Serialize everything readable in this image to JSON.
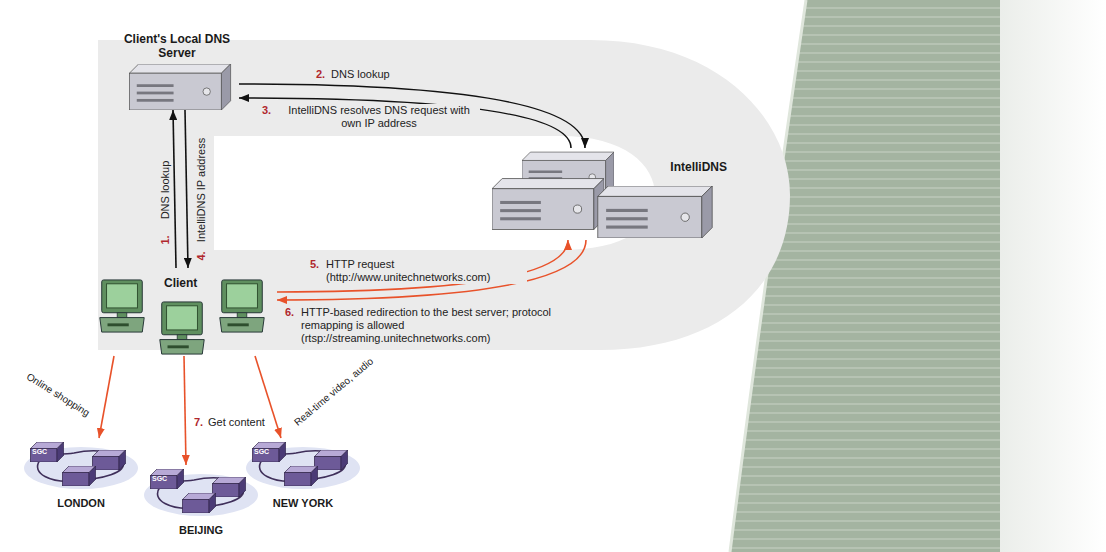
{
  "diagram": {
    "nodes": [
      {
        "text": [
          "Client's Local DNS Server"
        ]
      },
      {
        "text": [
          "IntelliDNS"
        ]
      },
      {
        "text": [
          "Client"
        ]
      },
      {
        "text": [
          "LONDON"
        ]
      },
      {
        "text": [
          "BEIJING"
        ]
      },
      {
        "text": [
          "NEW YORK"
        ]
      }
    ],
    "edges": [
      {
        "from": 2,
        "to": 0,
        "arrow": "to",
        "label": "DNS lookup"
      },
      {
        "from": 0,
        "to": 2,
        "arrow": "to",
        "label": "IntelliDNS IP address"
      },
      {
        "from": 0,
        "to": 1,
        "arrow": "to",
        "label": "DNS lookup"
      },
      {
        "from": 1,
        "to": 0,
        "arrow": "to",
        "label": "IntelliDNS resolves DNS request with own IP address"
      },
      {
        "from": 2,
        "to": 1,
        "arrow": "to",
        "label": "HTTP request (http://www.unitechnetworks.com)"
      },
      {
        "from": 1,
        "to": 2,
        "arrow": "to",
        "label": "HTTP-based redirection to the best server; protocol remapping is allowed (rtsp://streaming.unitechnetworks.com)"
      },
      {
        "from": 2,
        "to": 3,
        "arrow": "to",
        "label": "Online shopping"
      },
      {
        "from": 2,
        "to": 4,
        "arrow": "to",
        "label": "Get content"
      },
      {
        "from": 2,
        "to": 5,
        "arrow": "to",
        "label": "Real-time video, audio"
      }
    ],
    "labels": [
      "1.",
      "2.",
      "3.",
      "4.",
      "5.",
      "6.",
      "7.",
      "SGC",
      "SGC",
      "SGC"
    ]
  }
}
